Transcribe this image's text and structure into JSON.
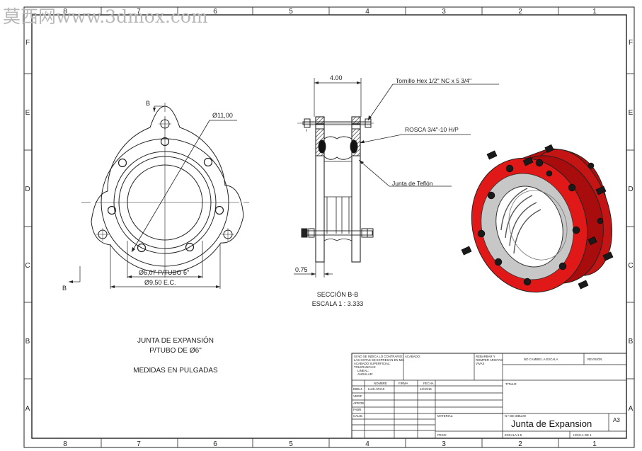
{
  "watermark": "莫西网www.3dmox.com",
  "border": {
    "columns_top": [
      "8",
      "7",
      "6",
      "5",
      "4",
      "3",
      "2",
      "1"
    ],
    "columns_bottom": [
      "8",
      "7",
      "6",
      "5",
      "4",
      "3",
      "2",
      "1"
    ],
    "rows_left": [
      "F",
      "E",
      "D",
      "C",
      "B",
      "A"
    ],
    "rows_right": [
      "F",
      "E",
      "D",
      "C",
      "B",
      "A"
    ]
  },
  "front_view": {
    "section_marker": "B",
    "dim_outer": "Ø11,00",
    "dim_inner": "Ø6,07 P/TUBO 6\"",
    "dim_bolt_circle": "Ø9,50 E.C."
  },
  "section_view": {
    "dim_width": "4.00",
    "dim_flange": "0.75",
    "callout_bolt": "Tornillo Hex 1/2\" NC x 5 3/4\"",
    "callout_thread": "ROSCA 3/4\"-10 H/P",
    "callout_gasket": "Junta de Teflón",
    "title_line1": "SECCIÓN B-B",
    "title_line2": "ESCALA 1 : 3.333"
  },
  "notes": {
    "line1": "JUNTA DE EXPANSIÓN",
    "line2": "P/TUBO DE Ø6\"",
    "line3": "MEDIDAS EN PULGADAS"
  },
  "title_block": {
    "general_note": [
      "SI NO SE INDICA LO CONTRARIO:",
      "LAS COTAS SE EXPRESAN EN MM",
      "ACABADO SUPERFICIAL:",
      "TOLERANCIAS:",
      "LINEAL:",
      "ANGULAR:"
    ],
    "finish": "ACABADO:",
    "deburr": [
      "REBARBAR Y",
      "ROMPER ARISTAS",
      "VIVAS"
    ],
    "no_scale": "NO CAMBIE LA ESCALA",
    "revision": "REVISIÓN",
    "col_name": "NOMBRE",
    "col_sign": "FIRMA",
    "col_date": "FECHA",
    "rows": [
      "DIBUJ.",
      "VERIF.",
      "APROB.",
      "FABR.",
      "CALID."
    ],
    "drawn_by": "LUIS ARIAS",
    "drawn_date": "14/10/15",
    "title_label": "TÍTULO:",
    "material_label": "MATERIAL:",
    "drawing_no_label": "N.º DE DIBUJO",
    "drawing_name": "Junta de Expansion",
    "sheet_size": "A3",
    "weight_label": "PESO:",
    "scale_label": "ESCALA:1:5",
    "sheet_label": "HOJA 1 DE 1"
  }
}
